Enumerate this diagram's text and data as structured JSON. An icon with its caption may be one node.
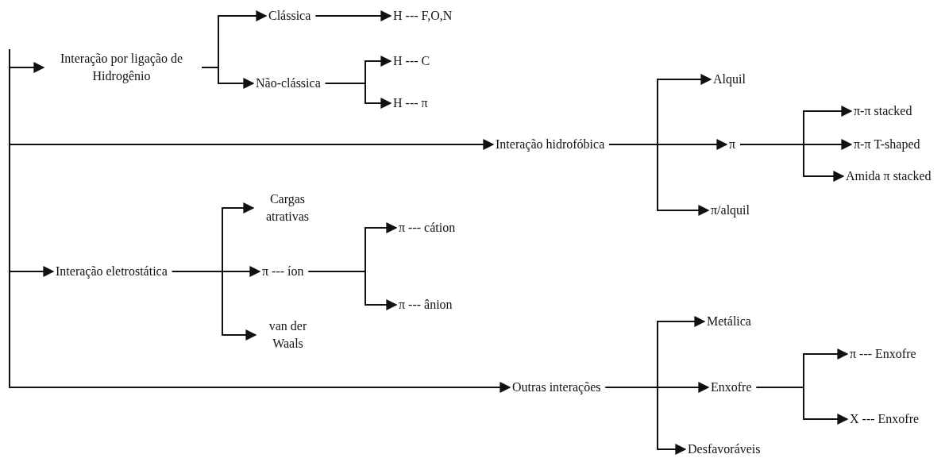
{
  "diagram": {
    "nodes": [
      {
        "text": [
          "Interação por ligação de Hidrogênio"
        ]
      },
      {
        "text": [
          "Clássica"
        ]
      },
      {
        "text": [
          "H --- F,O,N"
        ]
      },
      {
        "text": [
          "Não-clássica"
        ]
      },
      {
        "text": [
          "H --- C"
        ]
      },
      {
        "text": [
          "H --- π"
        ]
      },
      {
        "text": [
          "Interação hidrofóbica"
        ]
      },
      {
        "text": [
          "Alquil"
        ]
      },
      {
        "text": [
          "π"
        ]
      },
      {
        "text": [
          "π-π stacked"
        ]
      },
      {
        "text": [
          "π-π T-shaped"
        ]
      },
      {
        "text": [
          "Amida π stacked"
        ]
      },
      {
        "text": [
          "π/alquil"
        ]
      },
      {
        "text": [
          "Interação eletrostática"
        ]
      },
      {
        "text": [
          "Cargas atrativas"
        ]
      },
      {
        "text": [
          "π --- íon"
        ]
      },
      {
        "text": [
          "π --- cátion"
        ]
      },
      {
        "text": [
          "π --- ânion"
        ]
      },
      {
        "text": [
          "van der Waals"
        ]
      },
      {
        "text": [
          "Outras interações"
        ]
      },
      {
        "text": [
          "Metálica"
        ]
      },
      {
        "text": [
          "Enxofre"
        ]
      },
      {
        "text": [
          "π --- Enxofre"
        ]
      },
      {
        "text": [
          "X --- Enxofre"
        ]
      },
      {
        "text": [
          "Desfavoráveis"
        ]
      }
    ],
    "edges": [
      {
        "from": null,
        "to": 0,
        "arrow": "to"
      },
      {
        "from": null,
        "to": 6,
        "arrow": "to"
      },
      {
        "from": null,
        "to": 13,
        "arrow": "to"
      },
      {
        "from": null,
        "to": 19,
        "arrow": "to"
      },
      {
        "from": 0,
        "to": 1,
        "arrow": "to"
      },
      {
        "from": 0,
        "to": 3,
        "arrow": "to"
      },
      {
        "from": 1,
        "to": 2,
        "arrow": "to"
      },
      {
        "from": 3,
        "to": 4,
        "arrow": "to"
      },
      {
        "from": 3,
        "to": 5,
        "arrow": "to"
      },
      {
        "from": 6,
        "to": 7,
        "arrow": "to"
      },
      {
        "from": 6,
        "to": 8,
        "arrow": "to"
      },
      {
        "from": 6,
        "to": 12,
        "arrow": "to"
      },
      {
        "from": 8,
        "to": 9,
        "arrow": "to"
      },
      {
        "from": 8,
        "to": 10,
        "arrow": "to"
      },
      {
        "from": 8,
        "to": 11,
        "arrow": "to"
      },
      {
        "from": 13,
        "to": 14,
        "arrow": "to"
      },
      {
        "from": 13,
        "to": 15,
        "arrow": "to"
      },
      {
        "from": 13,
        "to": 18,
        "arrow": "to"
      },
      {
        "from": 15,
        "to": 16,
        "arrow": "to"
      },
      {
        "from": 15,
        "to": 17,
        "arrow": "to"
      },
      {
        "from": 19,
        "to": 20,
        "arrow": "to"
      },
      {
        "from": 19,
        "to": 21,
        "arrow": "to"
      },
      {
        "from": 19,
        "to": 24,
        "arrow": "to"
      },
      {
        "from": 21,
        "to": 22,
        "arrow": "to"
      },
      {
        "from": 21,
        "to": 23,
        "arrow": "to"
      }
    ]
  }
}
